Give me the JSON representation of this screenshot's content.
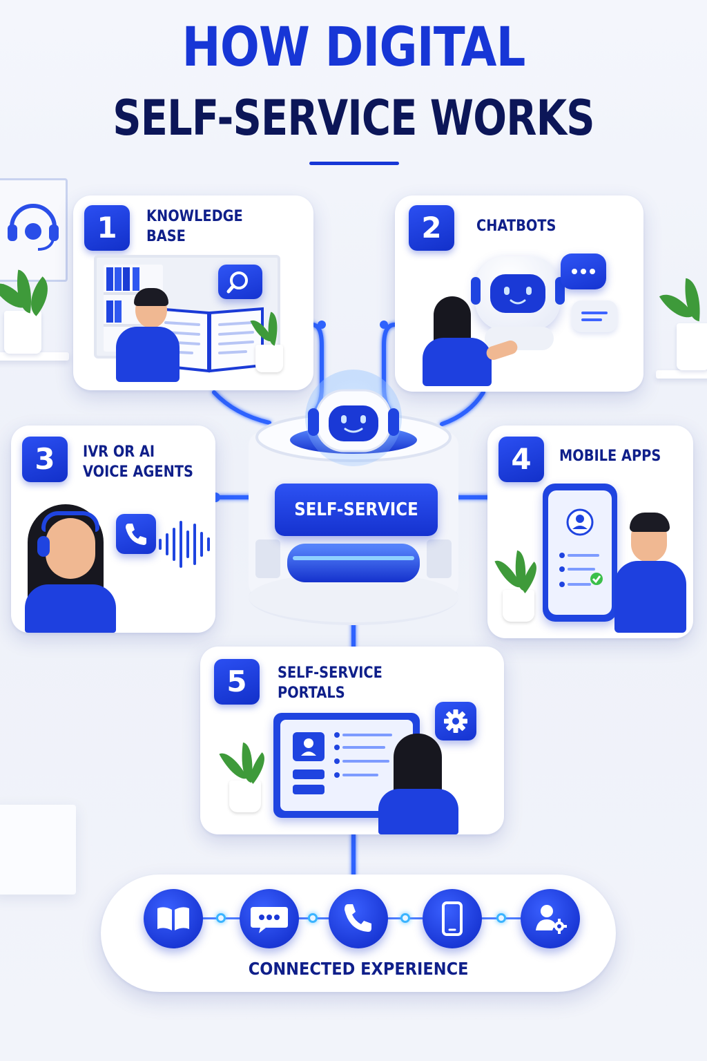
{
  "title": {
    "line1": "HOW DIGITAL",
    "line2": "SELF-SERVICE WORKS"
  },
  "hub": {
    "label": "SELF-SERVICE"
  },
  "steps": [
    {
      "number": "1",
      "label_line1": "KNOWLEDGE",
      "label_line2": "BASE",
      "icon": "search-icon"
    },
    {
      "number": "2",
      "label_line1": "CHATBOTS",
      "label_line2": "",
      "icon": "chat-bubble-icon"
    },
    {
      "number": "3",
      "label_line1": "IVR OR AI",
      "label_line2": "VOICE AGENTS",
      "icon": "phone-icon"
    },
    {
      "number": "4",
      "label_line1": "MOBILE APPS",
      "label_line2": "",
      "icon": "smartphone-icon"
    },
    {
      "number": "5",
      "label_line1": "SELF-SERVICE",
      "label_line2": "PORTALS",
      "icon": "gear-icon"
    }
  ],
  "connected_experience": {
    "label": "CONNECTED EXPERIENCE",
    "icons": [
      "book-icon",
      "chat-bubble-icon",
      "phone-icon",
      "smartphone-icon",
      "user-gear-icon"
    ]
  },
  "colors": {
    "primary_blue": "#1736d6",
    "navy": "#0c1658",
    "accent_cyan": "#3ab4ff",
    "background": "#f1f4fb"
  }
}
